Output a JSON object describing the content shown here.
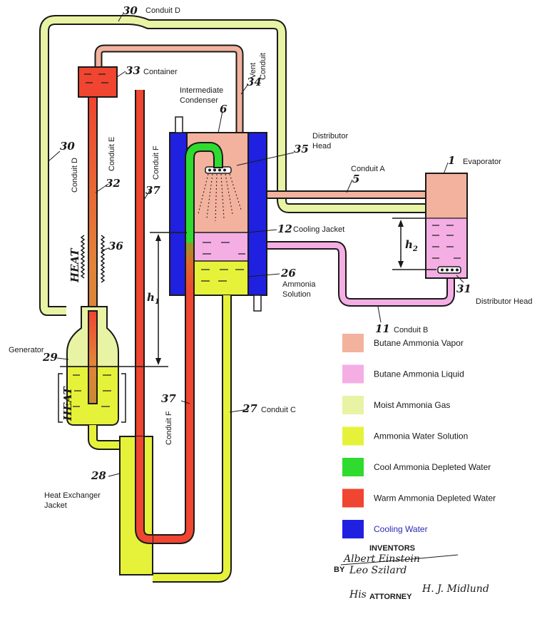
{
  "colors": {
    "butane_ammonia_vapor": "#f2b29e",
    "butane_ammonia_liquid": "#f4aee4",
    "moist_ammonia_gas": "#e8f3a4",
    "ammonia_water_solution": "#e6f23a",
    "cool_ammonia_depleted_water": "#2edb2e",
    "warm_ammonia_depleted_water": "#f04530",
    "cooling_water": "#2020e0"
  },
  "labels": {
    "conduit_d_top": "Conduit D",
    "conduit_d_side": "Conduit D",
    "conduit_e": "Conduit E",
    "conduit_f_upper": "Conduit F",
    "conduit_f_lower": "Conduit F",
    "container": "Container",
    "vent_conduit_1": "Vent",
    "vent_conduit_2": "Conduit",
    "intermediate_condenser_1": "Intermediate",
    "intermediate_condenser_2": "Condenser",
    "distributor_head_1": "Distributor",
    "distributor_head_2": "Head",
    "conduit_a": "Conduit A",
    "evaporator": "Evaporator",
    "cooling_jacket": "Cooling Jacket",
    "ammonia_solution_1": "Ammonia",
    "ammonia_solution_2": "Solution",
    "distributor_head_right": "Distributor Head",
    "conduit_b": "Conduit B",
    "conduit_c": "Conduit C",
    "generator": "Generator",
    "heat_exchanger_jacket_1": "Heat Exchanger",
    "heat_exchanger_jacket_2": "Jacket",
    "heat_upper": "HEAT",
    "heat_lower": "HEAT",
    "h1": "h",
    "h1_sub": "1",
    "h2": "h",
    "h2_sub": "2"
  },
  "ref_numbers": {
    "n30_top": "30",
    "n30_side": "30",
    "n33": "33",
    "n34": "34",
    "n6": "6",
    "n35": "35",
    "n5": "5",
    "n1": "1",
    "n32": "32",
    "n37_upper": "37",
    "n36": "36",
    "n12": "12",
    "n26": "26",
    "n31": "31",
    "n11": "11",
    "n29": "29",
    "n37_lower": "37",
    "n27": "27",
    "n28": "28"
  },
  "legend": {
    "items": [
      {
        "label": "Butane Ammonia Vapor",
        "color": "#f2b29e"
      },
      {
        "label": "Butane Ammonia Liquid",
        "color": "#f4aee4"
      },
      {
        "label": "Moist Ammonia Gas",
        "color": "#e8f3a4"
      },
      {
        "label": "Ammonia Water Solution",
        "color": "#e6f23a"
      },
      {
        "label": "Cool Ammonia Depleted Water",
        "color": "#2edb2e"
      },
      {
        "label": "Warm Ammonia Depleted Water",
        "color": "#f04530"
      },
      {
        "label": "Cooling Water",
        "color": "#2020e0"
      }
    ]
  },
  "signature": {
    "inventors": "INVENTORS",
    "inventor_1": "Albert Einstein",
    "inventor_2": "Leo Szilard",
    "by": "BY",
    "attorney_sig": "H. J. Midlund",
    "his": "His",
    "attorney": "ATTORNEY"
  }
}
